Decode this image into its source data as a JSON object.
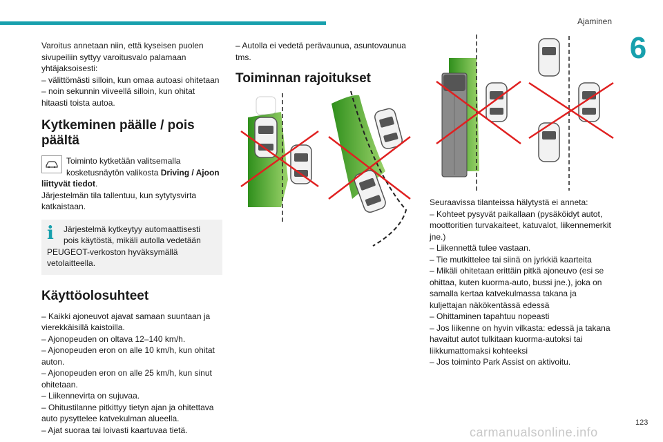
{
  "header": {
    "section": "Ajaminen",
    "chapter": "6"
  },
  "col1": {
    "intro": [
      "Varoitus annetaan niin, että kyseisen puolen",
      "sivupeiliin syttyy varoitusvalo palamaan",
      "yhtäjaksoisesti:",
      "– välittömästi silloin, kun omaa autoasi ohitetaan",
      "– noin sekunnin viiveellä silloin, kun ohitat",
      "hitaasti toista autoa."
    ],
    "h_switch": "Kytkeminen päälle / pois päältä",
    "switch_text_a": "Toiminto kytketään valitsemalla kosketusnäytön valikosta ",
    "switch_bold": "Driving / Ajoon liittyvät tiedot",
    "switch_text_b": ".",
    "switch_text_c": "Järjestelmän tila tallentuu, kun sytytysvirta katkaistaan.",
    "info": "Järjestelmä kytkeytyy automaattisesti pois käytöstä, mikäli autolla vedetään PEUGEOT-verkoston hyväksymällä vetolaitteella.",
    "h_conditions": "Käyttöolosuhteet",
    "conditions": [
      "– Kaikki ajoneuvot ajavat samaan suuntaan ja vierekkäisillä kaistoilla.",
      "– Ajonopeuden on oltava 12–140 km/h.",
      "– Ajonopeuden eron on alle 10 km/h, kun ohitat auton.",
      "– Ajonopeuden eron on alle 25 km/h, kun sinut ohitetaan.",
      "– Liikennevirta on sujuvaa.",
      "– Ohitustilanne pitkittyy tietyn ajan ja ohitettava auto pysyttelee katvekulman alueella.",
      "– Ajat suoraa tai loivasti kaartuvaa tietä."
    ]
  },
  "col2": {
    "intro": "– Autolla ei vedetä perävaunua, asuntovaunua tms.",
    "h_limits": "Toiminnan rajoitukset"
  },
  "col3": {
    "intro": "Seuraavissa tilanteissa hälytystä ei anneta:",
    "items": [
      "– Kohteet pysyvät paikallaan (pysäköidyt autot, moottoritien turvakaiteet, katuvalot, liikennemerkit jne.)",
      "– Liikennettä tulee vastaan.",
      "– Tie mutkittelee tai siinä on jyrkkiä kaarteita",
      "– Mikäli ohitetaan erittäin pitkä ajoneuvo (esi se ohittaa, kuten kuorma-auto, bussi jne.), joka on samalla kertaa katvekulmassa takana ja kuljettajan näkökentässä edessä",
      "– Ohittaminen tapahtuu nopeasti",
      "– Jos liikenne on hyvin vilkasta: edessä ja takana havaitut autot tulkitaan kuorma-autoksi tai liikkumattomaksi kohteeksi",
      "– Jos toiminto Park Assist on aktivoitu."
    ]
  },
  "footer": {
    "page": "123",
    "watermark": "carmanualsonline.info"
  },
  "colors": {
    "accent": "#17a0ad",
    "zone_green": "#5cb82e",
    "cross_red": "#e02020"
  },
  "icons": {
    "car_menu": "car-icon",
    "info": "info-icon"
  }
}
